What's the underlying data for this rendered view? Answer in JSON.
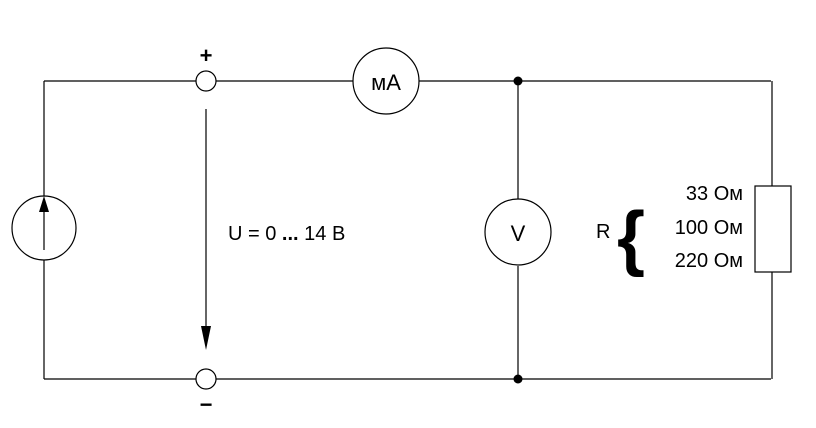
{
  "terminals": {
    "plus": "+",
    "minus": "−"
  },
  "ammeter": {
    "label": "мА"
  },
  "voltmeter": {
    "label": "V"
  },
  "voltage_label": {
    "prefix": "U = 0 ",
    "dots": "...",
    "suffix": " 14 В"
  },
  "resistor": {
    "name": "R",
    "brace": "{",
    "values": [
      "33 Ом",
      "100 Ом",
      "220 Ом"
    ]
  },
  "colors": {
    "line": "#000000",
    "background": "#ffffff"
  }
}
